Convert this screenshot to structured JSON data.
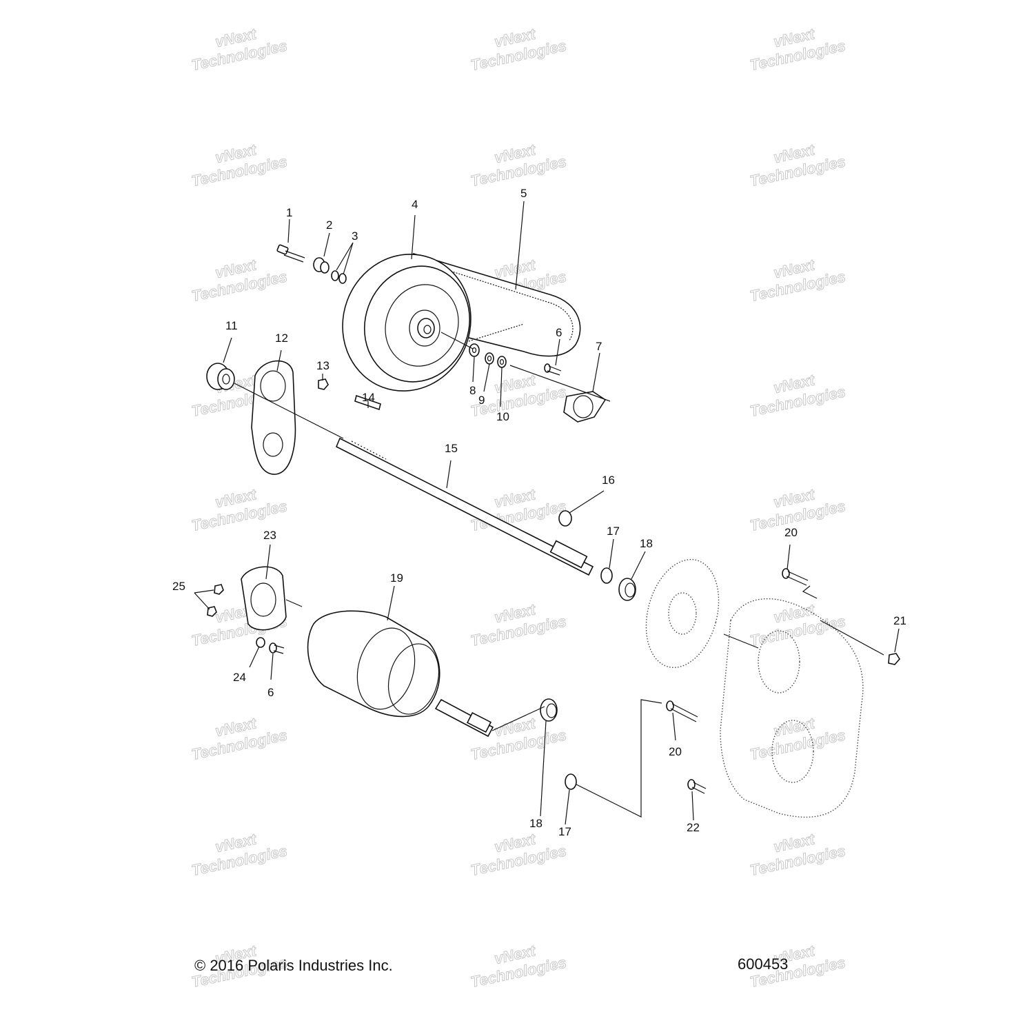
{
  "callouts": [
    "1",
    "2",
    "3",
    "4",
    "5",
    "6",
    "7",
    "8",
    "9",
    "10",
    "11",
    "12",
    "13",
    "14",
    "15",
    "16",
    "17",
    "18",
    "19",
    "20",
    "21",
    "22",
    "23",
    "24",
    "25"
  ],
  "watermark": {
    "line1": "vNext",
    "line2": "Technologies"
  },
  "footer": {
    "copyright": "© 2016 Polaris Industries Inc.",
    "figure_number": "600453"
  }
}
